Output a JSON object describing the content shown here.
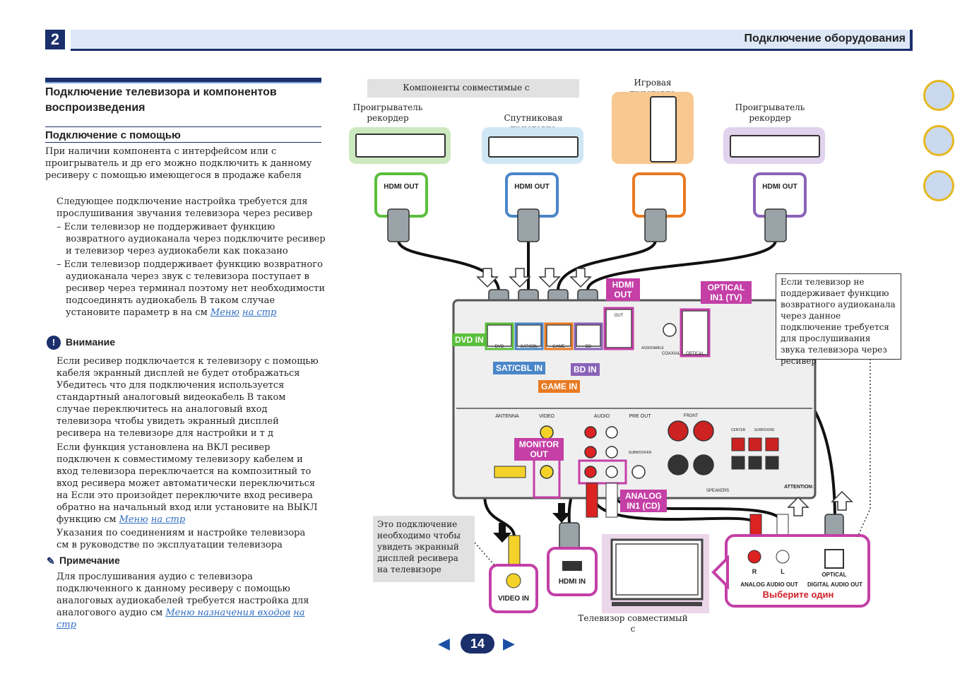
{
  "header": {
    "chapter": "2",
    "title": "Подключение оборудования"
  },
  "left": {
    "h1": "Подключение телевизора и компонентов воспроизведения",
    "h2": "Подключение с помощью",
    "p1": "При наличии компонента с интерфейсом или с проигрыватель и др его можно подключить к данному ресиверу с помощью имеющегося в продаже кабеля",
    "p2": "Следующее подключение настройка требуется для прослушивания звучания телевизора через ресивер",
    "li1": "Если телевизор не поддерживает функцию возвратного аудиоканала через подключите ресивер и телевизор через аудиокабели как показано",
    "li2_a": "Если телевизор поддерживает функцию возвратного аудиоканала через звук с телевизора поступает в ресивер через терминал поэтому нет необходимости подсоединять аудиокабель В таком случае установите параметр в на см",
    "li2_link": "Меню",
    "li2_tail": "на стр",
    "warn_icon": "!",
    "warn_title": "Внимание",
    "w1": "Если ресивер подключается к телевизору с помощью кабеля экранный дисплей не будет отображаться",
    "w2": "Убедитесь что для подключения используется стандартный аналоговый видеокабель В таком случае переключитесь на аналоговый вход телевизора чтобы увидеть экранный дисплей ресивера на телевизоре для настройки и т д",
    "w3_a": "Если функция установлена на ВКЛ ресивер подключен к совместимому телевизору кабелем и вход телевизора переключается на композитный то вход ресивера может автоматически переключиться на Если это произойдет переключите вход ресивера обратно на начальный вход или установите на ВЫКЛ функцию см",
    "w3_link": "Меню",
    "w3_tail": "на стр",
    "w4": "Указания по соединениям и настройке телевизора см в руководстве по эксплуатации телевизора",
    "note_icon": "✎",
    "note_title": "Примечание",
    "n1_a": "Для прослушивания аудио с телевизора подключенного к данному ресиверу с помощью аналоговых аудиокабелей требуется настройка для аналогового аудио см",
    "n1_link": "Меню назначения входов",
    "n1_tail": "на стр"
  },
  "diagram": {
    "compat": "Компоненты совместимые с",
    "game_console": "Игровая приставка",
    "player1": "Проигрыватель рекордер",
    "sat": "Спутниковая приставка",
    "player2": "Проигрыватель рекордер",
    "hdmi_out": "HDMI OUT",
    "hdmi_out_tag": "HDMI OUT",
    "optical_tag": "OPTICAL IN1 (TV)",
    "dvd_in": "DVD IN",
    "satcbl_in": "SAT/CBL IN",
    "bd_in": "BD IN",
    "game_in": "GAME IN",
    "monitor_out": "MONITOR OUT",
    "analog_in": "ANALOG IN1 (CD)",
    "callout_right": "Если телевизор не поддерживает функцию возвратного аудиоканала через данное подключение требуется для прослушивания звука телевизора через ресивер",
    "callout_left": "Это подключение необходимо чтобы увидеть экранный дисплей ресивера на телевизоре",
    "video_in": "VIDEO IN",
    "hdmi_in": "HDMI IN",
    "tv_label": "Телевизор совместимый с",
    "analog_out": "ANALOG AUDIO OUT",
    "digital_out": "DIGITAL AUDIO OUT",
    "optical": "OPTICAL",
    "r": "R",
    "l": "L",
    "choose_one": "Выберите один",
    "panel_antenna": "ANTENNA",
    "panel_video": "VIDEO",
    "panel_audio": "AUDIO",
    "panel_preout": "PRE OUT",
    "panel_front": "FRONT",
    "panel_center": "CENTER",
    "panel_surround": "SURROUND",
    "panel_subwoofer": "SUBWOOFER",
    "panel_attention": "ATTENTION:",
    "panel_speakers": "SPEAKERS",
    "panel_assignable": "ASSIGNABLE",
    "panel_coaxial": "COAXIAL",
    "panel_optical": "OPTICAL",
    "port_dvd": "DVD",
    "port_satcbl": "SAT/CBL",
    "port_game": "GAME",
    "port_bd": "BD",
    "port_out": "OUT"
  },
  "colors": {
    "green": "#5bbf3c",
    "blue": "#4a86c8",
    "orange": "#e87a22",
    "purple": "#8a63b8",
    "magenta": "#c43fa6",
    "navy": "#1b2f6b"
  },
  "pager": {
    "page": "14",
    "prev": "◀",
    "next": "▶"
  }
}
